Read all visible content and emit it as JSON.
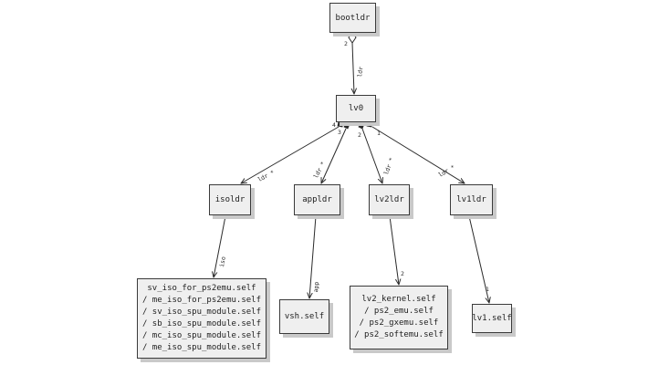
{
  "nodes": {
    "bootldr": "bootldr",
    "lv0": "lv0",
    "isoldr": "isoldr",
    "appldr": "appldr",
    "lv2ldr": "lv2ldr",
    "lv1ldr": "lv1ldr",
    "vsh": "vsh.self",
    "lv1": "lv1.self"
  },
  "iso_modules": [
    "sv_iso_for_ps2emu.self",
    "/ me_iso_for_ps2emu.self",
    "/ sv_iso_spu_module.self",
    "/ sb_iso_spu_module.self",
    "/ mc_iso_spu_module.self",
    "/ me_iso_spu_module.self"
  ],
  "lv2_modules": [
    "lv2_kernel.self",
    "/ ps2_emu.self",
    "/ ps2_gxemu.self",
    "/ ps2_softemu.self"
  ],
  "edge_labels": {
    "boot_mult": "2",
    "boot_role": "ldr",
    "lv0_mult_4": "4",
    "lv0_mult_3": "3",
    "lv0_mult_2": "2",
    "lv0_mult_1": "1",
    "isoldr_role": "ldr *",
    "appldr_role": "ldr *",
    "lv2ldr_role": "ldr *",
    "lv1ldr_role": "ldr *",
    "iso_role": "iso",
    "app_role": "app",
    "lv2_mult": "2",
    "lv1_mult": "1"
  }
}
